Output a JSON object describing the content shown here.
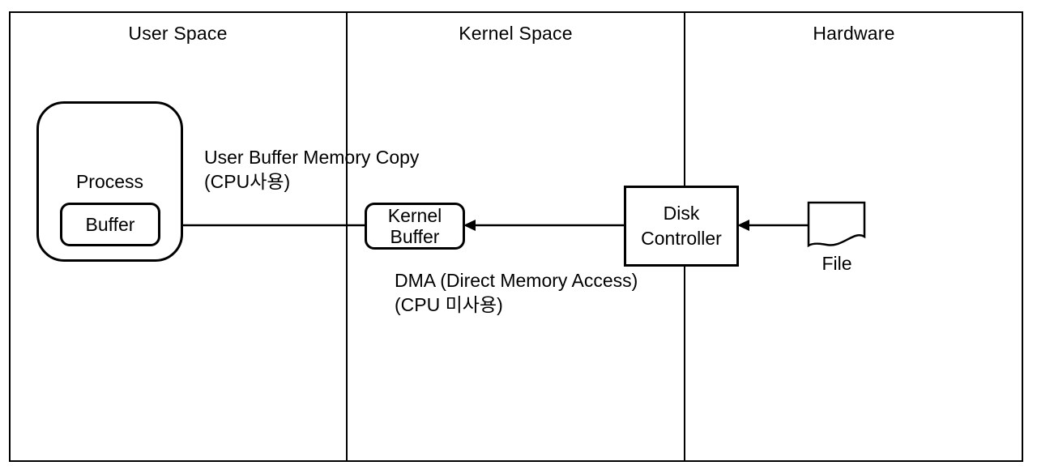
{
  "sections": [
    {
      "label": "User Space"
    },
    {
      "label": "Kernel Space"
    },
    {
      "label": "Hardware"
    }
  ],
  "nodes": {
    "process": {
      "label": "Process"
    },
    "user_buffer": {
      "label": "Buffer"
    },
    "kernel_buffer": {
      "line1": "Kernel",
      "line2": "Buffer"
    },
    "disk_controller": {
      "line1": "Disk",
      "line2": "Controller"
    },
    "file": {
      "label": "File"
    }
  },
  "annotations": {
    "user_copy": {
      "line1": "User Buffer Memory Copy",
      "line2": "(CPU사용)"
    },
    "dma": {
      "line1": "DMA (Direct Memory Access)",
      "line2": "(CPU 미사용)"
    }
  },
  "colors": {
    "stroke": "#000000",
    "text": "#000000",
    "background": "#ffffff"
  }
}
